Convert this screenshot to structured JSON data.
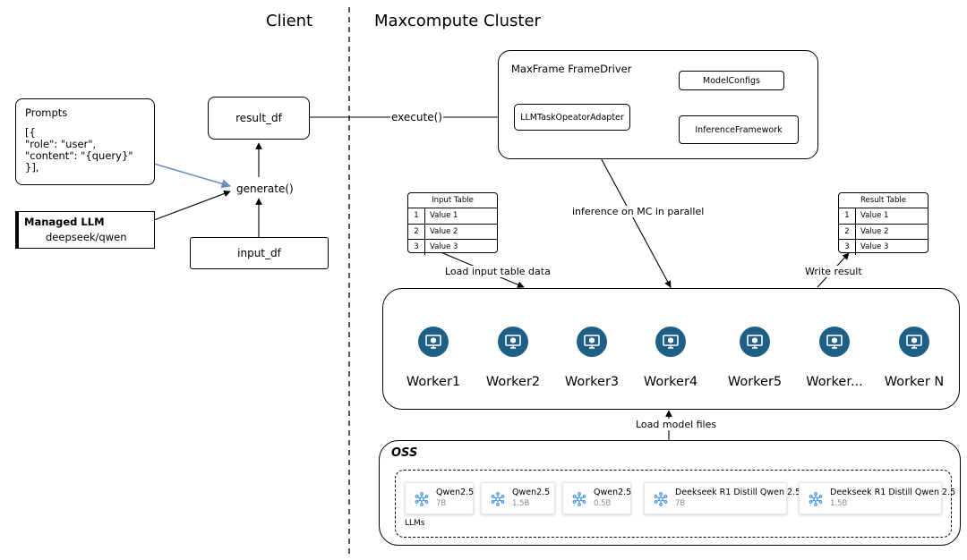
{
  "titles": {
    "client": "Client",
    "cluster": "Maxcompute Cluster"
  },
  "client": {
    "prompts_title": "Prompts",
    "prompts_lines": [
      "[{",
      "\"role\": \"user\",",
      "\"content\": \"{query}\"",
      "}],"
    ],
    "llm_title": "Managed LLM",
    "llm_subtitle": "deepseek/qwen",
    "result_df": "result_df",
    "generate": "generate()",
    "input_df": "input_df"
  },
  "driver": {
    "title": "MaxFrame FrameDriver",
    "adapter": "LLMTaskOpeatorAdapter",
    "model_configs": "ModelConfigs",
    "inference_framework": "InferenceFramework"
  },
  "edges": {
    "execute": "execute()",
    "inference": "inference on MC in parallel",
    "load_input": "Load input table data",
    "write_result": "Write result",
    "load_model": "Load model files"
  },
  "input_table": {
    "title": "Input Table",
    "rows": [
      {
        "num": "1",
        "value": "Value 1"
      },
      {
        "num": "2",
        "value": "Value 2"
      },
      {
        "num": "3",
        "value": "Value 3"
      }
    ]
  },
  "result_table": {
    "title": "Result Table",
    "rows": [
      {
        "num": "1",
        "value": "Value 1"
      },
      {
        "num": "2",
        "value": "Value 2"
      },
      {
        "num": "3",
        "value": "Value 3"
      }
    ]
  },
  "workers": [
    "Worker1",
    "Worker2",
    "Worker3",
    "Worker4",
    "Worker5",
    "Worker...",
    "Worker N"
  ],
  "oss": {
    "title": "OSS",
    "group_label": "LLMs",
    "models": [
      {
        "name": "Qwen2.5",
        "size": "7B"
      },
      {
        "name": "Qwen2.5",
        "size": "1.5B"
      },
      {
        "name": "Qwen2.5",
        "size": "0.5B"
      },
      {
        "name": "Deekseek R1 Distill Qwen 2.5",
        "size": "7B"
      },
      {
        "name": "Deekseek R1 Distill Qwen 2.5",
        "size": "1.5B"
      }
    ]
  },
  "colors": {
    "prompt_arrow": "#6b8fc2",
    "worker_icon": "#1f5f86",
    "model_icon": "#3a8ee6"
  },
  "icons": {
    "worker": "server-monitor-icon",
    "model": "network-node-icon"
  }
}
